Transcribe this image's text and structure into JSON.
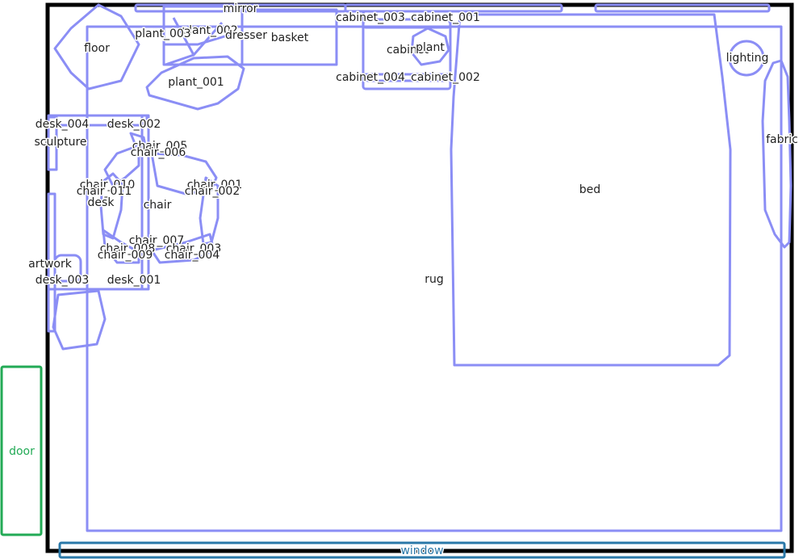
{
  "colors": {
    "furniture": "#8b8ef5",
    "wall": "#000000",
    "door": "#22aa55",
    "window": "#2a78a8",
    "label_text": "#222222",
    "door_text": "#22aa55",
    "window_text": "#2a78a8"
  },
  "labels": {
    "mirror": "mirror",
    "plant_003": "plant_003",
    "plant_002": "plant_002",
    "dresser": "dresser",
    "basket": "basket",
    "floor": "floor",
    "plant_001": "plant_001",
    "cabinet_003": "cabinet_003",
    "cabinet_001": "cabinet_001",
    "cabinet": "cabinet",
    "plant": "plant",
    "cabinet_004": "cabinet_004",
    "cabinet_002": "cabinet_002",
    "lighting": "lighting",
    "fabric": "fabric",
    "desk_004": "desk_004",
    "desk_002": "desk_002",
    "sculpture": "sculpture",
    "chair_005": "chair_005",
    "chair_006": "chair_006",
    "chair_010": "chair_010",
    "chair_011": "chair_011",
    "desk": "desk",
    "chair": "chair",
    "chair_001": "chair_001",
    "chair_002": "chair_002",
    "chair_007": "chair_007",
    "chair_008": "chair_008",
    "chair_003": "chair_003",
    "chair_009": "chair_009",
    "chair_004": "chair_004",
    "artwork": "artwork",
    "desk_003": "desk_003",
    "desk_001": "desk_001",
    "bed": "bed",
    "rug": "rug",
    "door": "door",
    "window": "window"
  }
}
